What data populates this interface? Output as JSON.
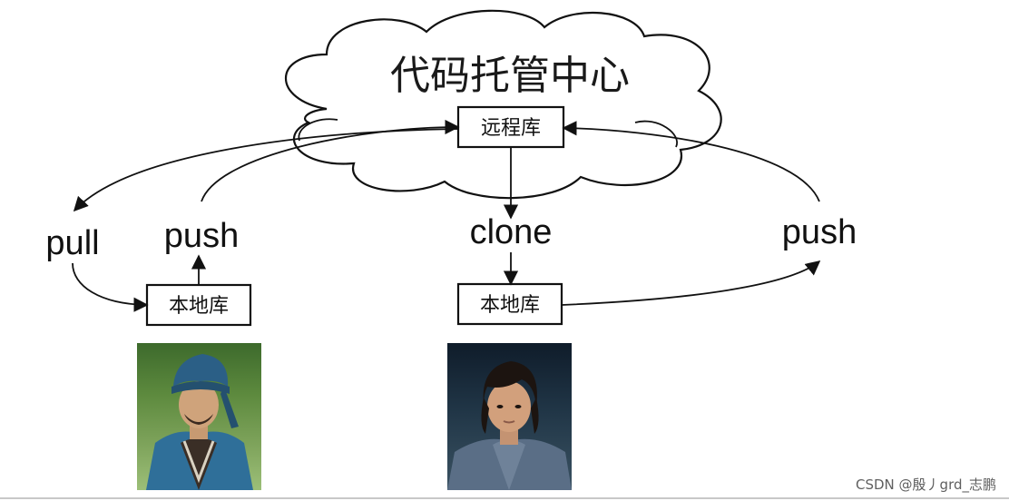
{
  "cloud": {
    "title": "代码托管中心"
  },
  "nodes": {
    "remote": "远程库",
    "local_left": "本地库",
    "local_right": "本地库"
  },
  "operations": {
    "pull": "pull",
    "push_left": "push",
    "clone": "clone",
    "push_right": "push"
  },
  "watermark": "CSDN @殷丿grd_志鹏"
}
